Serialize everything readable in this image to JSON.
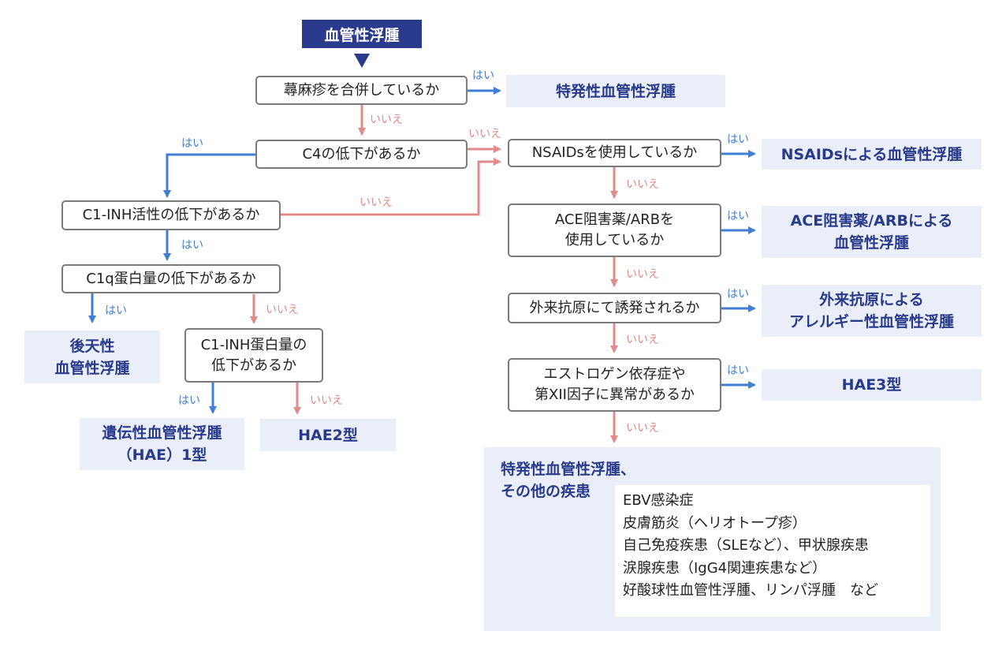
{
  "title": "血管性浮腫",
  "labels": {
    "yes": "はい",
    "no": "いいえ"
  },
  "questions": {
    "urticaria": "蕁麻疹を合併しているか",
    "c4": "C4の低下があるか",
    "c1inh_activity": "C1-INH活性の低下があるか",
    "c1q": "C1q蛋白量の低下があるか",
    "c1inh_protein": "C1-INH蛋白量の\n低下があるか",
    "nsaids": "NSAIDsを使用しているか",
    "ace": "ACE阻害薬/ARBを\n使用しているか",
    "antigen": "外来抗原にて誘発されるか",
    "estrogen": "エストロゲン依存症や\n第XII因子に異常があるか"
  },
  "results": {
    "idiopathic": "特発性血管性浮腫",
    "nsaids": "NSAIDsによる血管性浮腫",
    "ace": "ACE阻害薬/ARBによる\n血管性浮腫",
    "allergic": "外来抗原による\nアレルギー性血管性浮腫",
    "hae3": "HAE3型",
    "acquired": "後天性\n血管性浮腫",
    "hae1": "遺伝性血管性浮腫\n（HAE）1型",
    "hae2": "HAE2型"
  },
  "final": {
    "heading": "特発性血管性浮腫、\nその他の疾患",
    "items": [
      "EBV感染症",
      "皮膚筋炎（ヘリオトープ疹）",
      "自己免疫疾患（SLEなど）、甲状腺疾患",
      "涙腺疾患（IgG4関連疾患など）",
      "好酸球性血管性浮腫、リンパ浮腫　など"
    ]
  },
  "colors": {
    "title_bg": "#2a3a8c",
    "result_bg": "#e9eef8",
    "yes_arrow": "#3f7fd6",
    "no_arrow": "#e08a8a"
  }
}
